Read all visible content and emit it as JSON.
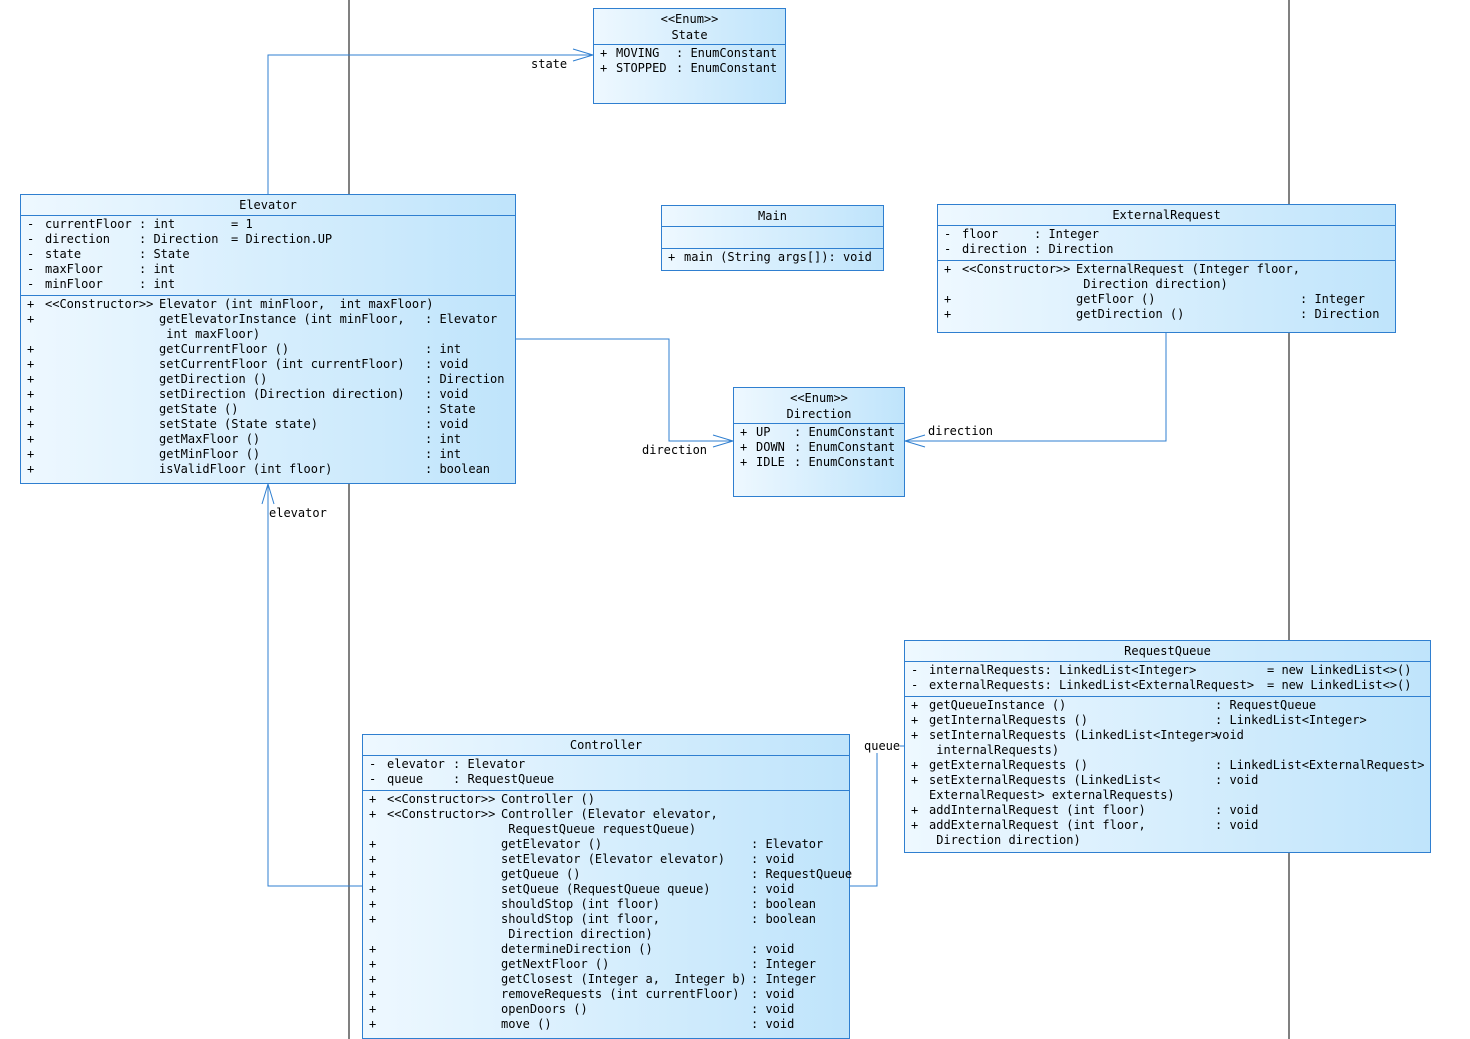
{
  "classes": {
    "state": {
      "stereotype": "<<Enum>>",
      "name": "State",
      "attributes": [
        {
          "vis": "+",
          "name": "MOVING  ",
          "type": ": EnumConstant"
        },
        {
          "vis": "+",
          "name": "STOPPED ",
          "type": ": EnumConstant"
        }
      ]
    },
    "elevator": {
      "name": "Elevator",
      "attributes": [
        {
          "vis": "-",
          "name": "currentFloor",
          "type": ": int",
          "init": "= 1"
        },
        {
          "vis": "-",
          "name": "direction",
          "type": ": Direction",
          "init": "= Direction.UP"
        },
        {
          "vis": "-",
          "name": "state",
          "type": ": State",
          "init": ""
        },
        {
          "vis": "-",
          "name": "maxFloor",
          "type": ": int",
          "init": ""
        },
        {
          "vis": "-",
          "name": "minFloor",
          "type": ": int",
          "init": ""
        }
      ],
      "operations": [
        {
          "vis": "+",
          "stereo": "<<Constructor>>",
          "name": "Elevator (int minFloor,  int maxFloor)",
          "ret": ""
        },
        {
          "vis": "+",
          "stereo": "",
          "name": "getElevatorInstance (int minFloor,\n int maxFloor)",
          "ret": ": Elevator"
        },
        {
          "vis": "+",
          "stereo": "",
          "name": "getCurrentFloor ()",
          "ret": ": int"
        },
        {
          "vis": "+",
          "stereo": "",
          "name": "setCurrentFloor (int currentFloor)",
          "ret": ": void"
        },
        {
          "vis": "+",
          "stereo": "",
          "name": "getDirection ()",
          "ret": ": Direction"
        },
        {
          "vis": "+",
          "stereo": "",
          "name": "setDirection (Direction direction)",
          "ret": ": void"
        },
        {
          "vis": "+",
          "stereo": "",
          "name": "getState ()",
          "ret": ": State"
        },
        {
          "vis": "+",
          "stereo": "",
          "name": "setState (State state)",
          "ret": ": void"
        },
        {
          "vis": "+",
          "stereo": "",
          "name": "getMaxFloor ()",
          "ret": ": int"
        },
        {
          "vis": "+",
          "stereo": "",
          "name": "getMinFloor ()",
          "ret": ": int"
        },
        {
          "vis": "+",
          "stereo": "",
          "name": "isValidFloor (int floor)",
          "ret": ": boolean"
        }
      ]
    },
    "main": {
      "name": "Main",
      "operations": [
        {
          "vis": "+",
          "name": "main (String args[]): void"
        }
      ]
    },
    "external_request": {
      "name": "ExternalRequest",
      "attributes": [
        {
          "vis": "-",
          "name": "floor",
          "type": ": Integer"
        },
        {
          "vis": "-",
          "name": "direction",
          "type": ": Direction"
        }
      ],
      "operations": [
        {
          "vis": "+",
          "stereo": "<<Constructor>>",
          "name": "ExternalRequest (Integer floor,\n Direction direction)",
          "ret": ""
        },
        {
          "vis": "+",
          "stereo": "",
          "name": "getFloor ()",
          "ret": ": Integer"
        },
        {
          "vis": "+",
          "stereo": "",
          "name": "getDirection ()",
          "ret": ": Direction"
        }
      ]
    },
    "direction": {
      "stereotype": "<<Enum>>",
      "name": "Direction",
      "attributes": [
        {
          "vis": "+",
          "name": "UP  ",
          "type": ": EnumConstant"
        },
        {
          "vis": "+",
          "name": "DOWN",
          "type": ": EnumConstant"
        },
        {
          "vis": "+",
          "name": "IDLE",
          "type": ": EnumConstant"
        }
      ]
    },
    "request_queue": {
      "name": "RequestQueue",
      "attributes": [
        {
          "vis": "-",
          "name": "internalRequests: LinkedList<Integer>",
          "init": "= new LinkedList<>()"
        },
        {
          "vis": "-",
          "name": "externalRequests: LinkedList<ExternalRequest>",
          "init": "= new LinkedList<>()"
        }
      ],
      "operations": [
        {
          "vis": "+",
          "name": "getQueueInstance ()",
          "ret": ": RequestQueue"
        },
        {
          "vis": "+",
          "name": "getInternalRequests ()",
          "ret": ": LinkedList<Integer>"
        },
        {
          "vis": "+",
          "name": "setInternalRequests (LinkedList<Integer>\n internalRequests)",
          "ret": "void"
        },
        {
          "vis": "+",
          "name": "getExternalRequests ()",
          "ret": ": LinkedList<ExternalRequest>"
        },
        {
          "vis": "+",
          "name": "setExternalRequests (LinkedList<\nExternalRequest> externalRequests)",
          "ret": ": void"
        },
        {
          "vis": "+",
          "name": "addInternalRequest (int floor)",
          "ret": ": void"
        },
        {
          "vis": "+",
          "name": "addExternalRequest (int floor,\n Direction direction)",
          "ret": ": void"
        }
      ]
    },
    "controller": {
      "name": "Controller",
      "attributes": [
        {
          "vis": "-",
          "name": "elevator",
          "type": ": Elevator"
        },
        {
          "vis": "-",
          "name": "queue",
          "type": ": RequestQueue"
        }
      ],
      "operations": [
        {
          "vis": "+",
          "stereo": "<<Constructor>>",
          "name": "Controller ()",
          "ret": ""
        },
        {
          "vis": "+",
          "stereo": "<<Constructor>>",
          "name": "Controller (Elevator elevator,\n RequestQueue requestQueue)",
          "ret": ""
        },
        {
          "vis": "+",
          "stereo": "",
          "name": "getElevator ()",
          "ret": ": Elevator"
        },
        {
          "vis": "+",
          "stereo": "",
          "name": "setElevator (Elevator elevator)",
          "ret": ": void"
        },
        {
          "vis": "+",
          "stereo": "",
          "name": "getQueue ()",
          "ret": ": RequestQueue"
        },
        {
          "vis": "+",
          "stereo": "",
          "name": "setQueue (RequestQueue queue)",
          "ret": ": void"
        },
        {
          "vis": "+",
          "stereo": "",
          "name": "shouldStop (int floor)",
          "ret": ": boolean"
        },
        {
          "vis": "+",
          "stereo": "",
          "name": "shouldStop (int floor,\n Direction direction)",
          "ret": ": boolean"
        },
        {
          "vis": "+",
          "stereo": "",
          "name": "determineDirection ()",
          "ret": ": void"
        },
        {
          "vis": "+",
          "stereo": "",
          "name": "getNextFloor ()",
          "ret": ": Integer"
        },
        {
          "vis": "+",
          "stereo": "",
          "name": "getClosest (Integer a,  Integer b)",
          "ret": ": Integer"
        },
        {
          "vis": "+",
          "stereo": "",
          "name": "removeRequests (int currentFloor)",
          "ret": ": void"
        },
        {
          "vis": "+",
          "stereo": "",
          "name": "openDoors ()",
          "ret": ": void"
        },
        {
          "vis": "+",
          "stereo": "",
          "name": "move ()",
          "ret": ": void"
        }
      ]
    }
  },
  "associations": {
    "elevator_state": "state",
    "elevator_direction": "direction",
    "external_direction": "direction",
    "controller_elevator": "elevator",
    "controller_queue": "queue"
  },
  "colors": {
    "border": "#2f7fd0",
    "fill_start": "#eef8ff",
    "fill_end": "#bfe4fb",
    "line": "#2f7fd0"
  }
}
